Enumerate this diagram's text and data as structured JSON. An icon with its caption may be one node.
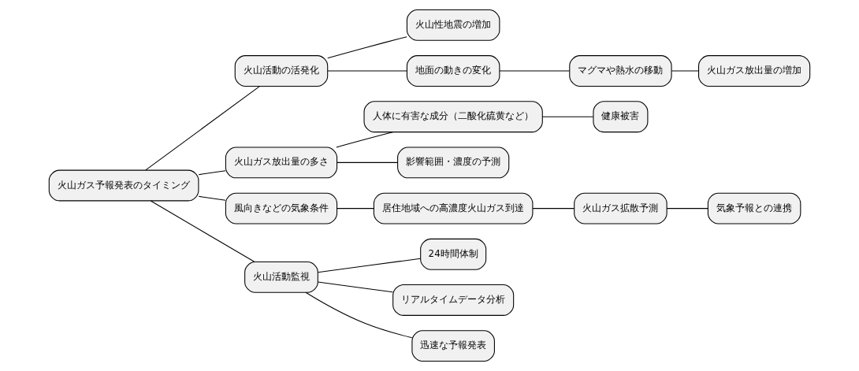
{
  "diagram": {
    "nodes": [
      {
        "text": [
          "火山ガス予報発表のタイミング"
        ]
      },
      {
        "text": [
          "火山活動の活発化"
        ]
      },
      {
        "text": [
          "火山性地震の増加"
        ]
      },
      {
        "text": [
          "地面の動きの変化"
        ]
      },
      {
        "text": [
          "マグマや熱水の移動"
        ]
      },
      {
        "text": [
          "火山ガス放出量の増加"
        ]
      },
      {
        "text": [
          "火山ガス放出量の多さ"
        ]
      },
      {
        "text": [
          "人体に有害な成分（二酸化硫黄など）"
        ]
      },
      {
        "text": [
          "健康被害"
        ]
      },
      {
        "text": [
          "影響範囲・濃度の予測"
        ]
      },
      {
        "text": [
          "風向きなどの気象条件"
        ]
      },
      {
        "text": [
          "居住地域への高濃度火山ガス到達"
        ]
      },
      {
        "text": [
          "火山ガス拡散予測"
        ]
      },
      {
        "text": [
          "気象予報との連携"
        ]
      },
      {
        "text": [
          "火山活動監視"
        ]
      },
      {
        "text": [
          "24時間体制"
        ]
      },
      {
        "text": [
          "リアルタイムデータ分析"
        ]
      },
      {
        "text": [
          "迅速な予報発表"
        ]
      }
    ],
    "edges": [
      {
        "from": 0,
        "to": 1,
        "arrow": "none"
      },
      {
        "from": 1,
        "to": 2,
        "arrow": "none"
      },
      {
        "from": 1,
        "to": 3,
        "arrow": "none"
      },
      {
        "from": 3,
        "to": 4,
        "arrow": "none"
      },
      {
        "from": 4,
        "to": 5,
        "arrow": "none"
      },
      {
        "from": 0,
        "to": 6,
        "arrow": "none"
      },
      {
        "from": 6,
        "to": 7,
        "arrow": "none"
      },
      {
        "from": 7,
        "to": 8,
        "arrow": "none"
      },
      {
        "from": 6,
        "to": 9,
        "arrow": "none"
      },
      {
        "from": 0,
        "to": 10,
        "arrow": "none"
      },
      {
        "from": 10,
        "to": 11,
        "arrow": "none"
      },
      {
        "from": 11,
        "to": 12,
        "arrow": "none"
      },
      {
        "from": 12,
        "to": 13,
        "arrow": "none"
      },
      {
        "from": 0,
        "to": 14,
        "arrow": "none"
      },
      {
        "from": 14,
        "to": 15,
        "arrow": "none"
      },
      {
        "from": 14,
        "to": 16,
        "arrow": "none"
      },
      {
        "from": 14,
        "to": 17,
        "arrow": "none"
      }
    ]
  }
}
